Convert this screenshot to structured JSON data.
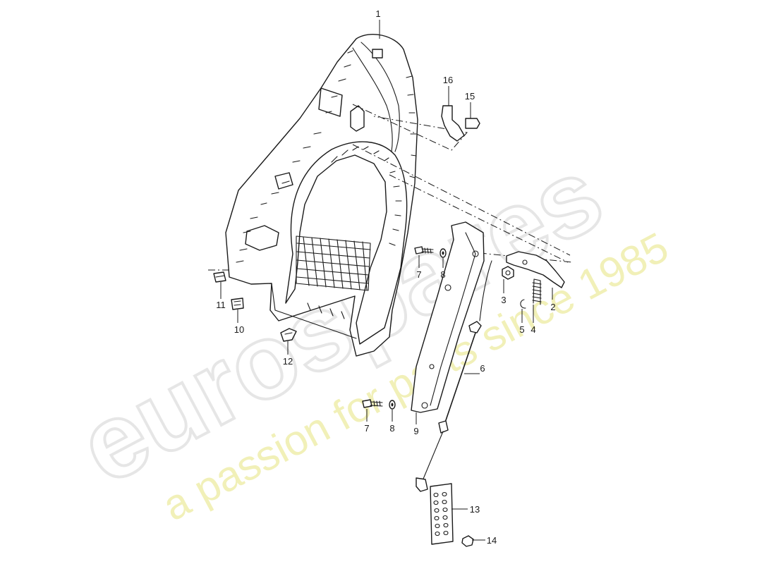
{
  "watermark": {
    "brand": "eurospares",
    "tagline": "a passion for parts since 1985"
  },
  "callouts": {
    "c1": "1",
    "c2": "2",
    "c3": "3",
    "c4": "4",
    "c5": "5",
    "c6": "6",
    "c7a": "7",
    "c7b": "7",
    "c8a": "8",
    "c8b": "8",
    "c9": "9",
    "c10": "10",
    "c11": "11",
    "c12": "12",
    "c13": "13",
    "c14": "14",
    "c15": "15",
    "c16": "16"
  }
}
